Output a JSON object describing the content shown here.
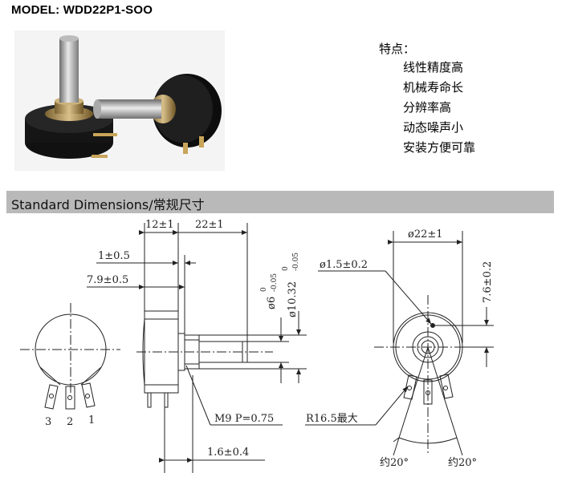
{
  "model_label": "MODEL: WDD22P1-SOO",
  "features": {
    "title": "特点：",
    "items": [
      "线性精度高",
      "机械寿命长",
      "分辨率高",
      "动态噪声小",
      "安装方便可靠"
    ]
  },
  "section_title": "Standard Dimensions/常规尺寸",
  "dimensions": {
    "d12": "12±1",
    "d22": "22±1",
    "d1": "1±0.5",
    "d79": "7.9±0.5",
    "d6": "ø6",
    "d6_tol_up": "0",
    "d6_tol_low": "-0.05",
    "d1032": "ø10.32",
    "d1032_tol_up": "0",
    "d1032_tol_low": "-0.05",
    "m9": "M9  P=0.75",
    "d16": "1.6±0.4",
    "pin1": "1",
    "pin2": "2",
    "pin3": "3",
    "d15": "ø1.5±0.2",
    "dia22": "ø22±1",
    "d76": "7.6±0.2",
    "r165": "R16.5最大",
    "ang_left": "约20°",
    "ang_right": "约20°"
  }
}
